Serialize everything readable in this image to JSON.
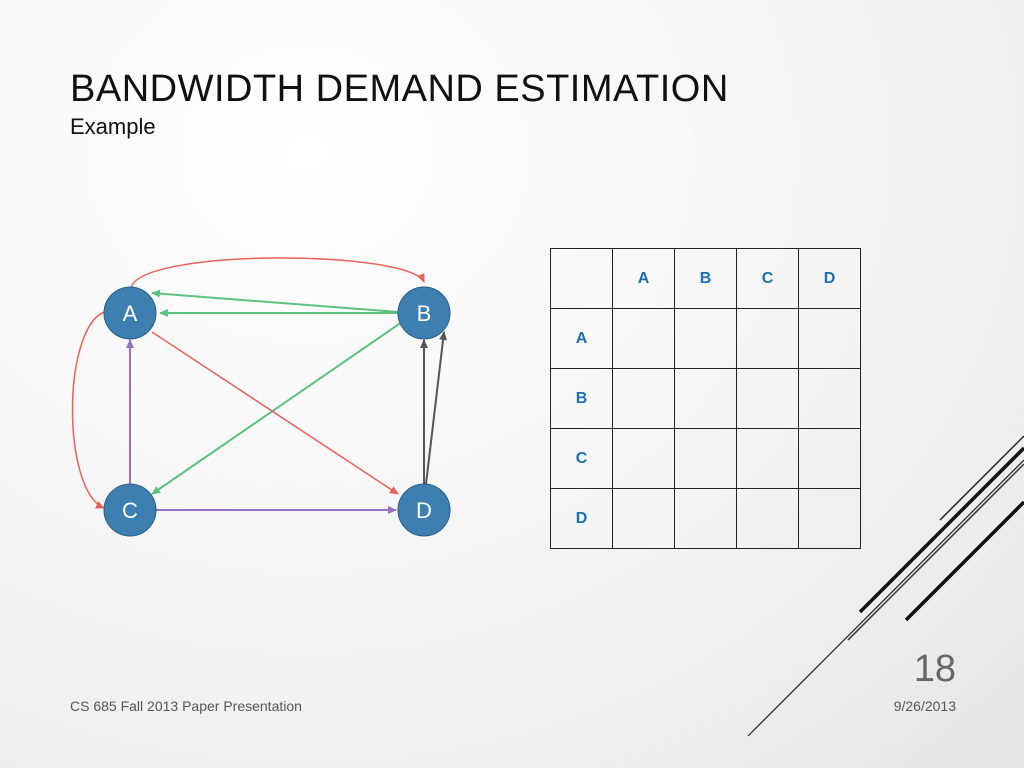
{
  "slide": {
    "title": "BANDWIDTH DEMAND ESTIMATION",
    "subtitle": "Example",
    "page_number": "18",
    "footer_left": "CS 685 Fall 2013 Paper Presentation",
    "footer_right": "9/26/2013"
  },
  "graph": {
    "nodes": [
      "A",
      "B",
      "C",
      "D"
    ],
    "node_color": "#3d7fb0",
    "edges": [
      {
        "from": "A",
        "to": "B",
        "color": "#e8605a"
      },
      {
        "from": "B",
        "to": "A",
        "color": "#5cc27f"
      },
      {
        "from": "B",
        "to": "A",
        "color": "#5cc27f"
      },
      {
        "from": "B",
        "to": "C",
        "color": "#5cc27f"
      },
      {
        "from": "A",
        "to": "C",
        "color": "#e8605a"
      },
      {
        "from": "A",
        "to": "D",
        "color": "#e8605a"
      },
      {
        "from": "C",
        "to": "A",
        "color": "#9b6fc0"
      },
      {
        "from": "C",
        "to": "D",
        "color": "#9b6fc0"
      },
      {
        "from": "D",
        "to": "B",
        "color": "#555555"
      },
      {
        "from": "D",
        "to": "B",
        "color": "#555555"
      }
    ]
  },
  "matrix": {
    "column_headers": [
      "",
      "A",
      "B",
      "C",
      "D"
    ],
    "row_headers": [
      "A",
      "B",
      "C",
      "D"
    ]
  }
}
